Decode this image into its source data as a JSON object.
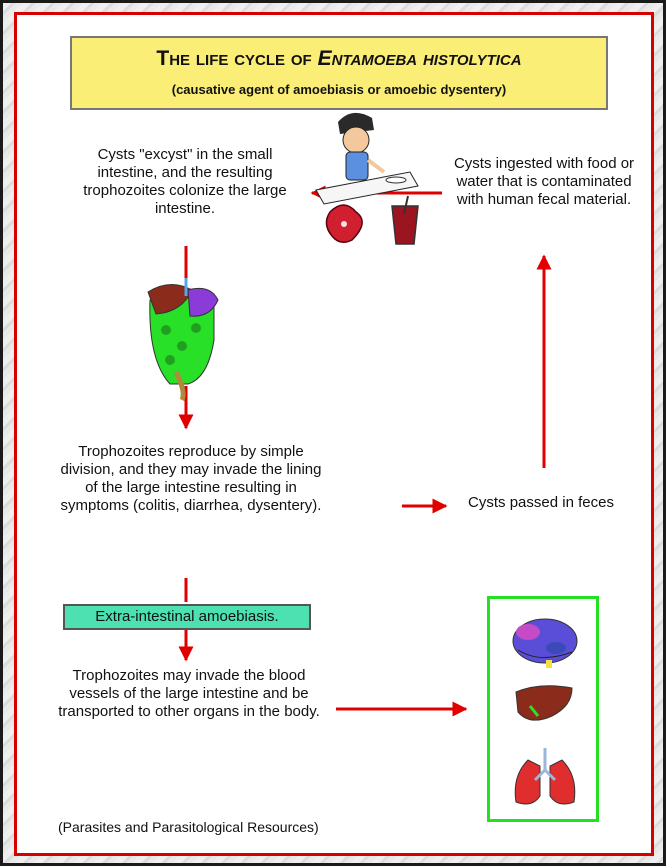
{
  "title": {
    "prefix": "The life cycle of",
    "organism": "Entamoeba histolytica",
    "subtitle": "(causative agent of amoebiasis or amoebic dysentery)"
  },
  "steps": {
    "excyst": "Cysts \"excyst\" in the small intestine, and the resulting trophozoites colonize the large intestine.",
    "ingested": "Cysts ingested with food or water that is contaminated with human fecal material.",
    "reproduce": "Trophozoites reproduce by simple division, and they may invade the lining of the large intestine resulting in symptoms (colitis, diarrhea, dysentery).",
    "passed": "Cysts passed in feces",
    "extra_intestinal": "Extra-intestinal amoebiasis.",
    "invade": "Trophozoites may invade the blood vessels of the large intestine and be transported to other organs in the body."
  },
  "footer": "(Parasites and Parasitological Resources)",
  "icons": [
    "person-eating-icon",
    "meat-icon",
    "drink-glass-icon",
    "digestive-system-icon",
    "brain-icon",
    "liver-icon",
    "lungs-icon"
  ],
  "colors": {
    "arrow": "#e00000",
    "border": "#d60000",
    "title_bg": "#fbee77",
    "label_bg": "#4de0b0",
    "organ_border": "#24e024"
  }
}
